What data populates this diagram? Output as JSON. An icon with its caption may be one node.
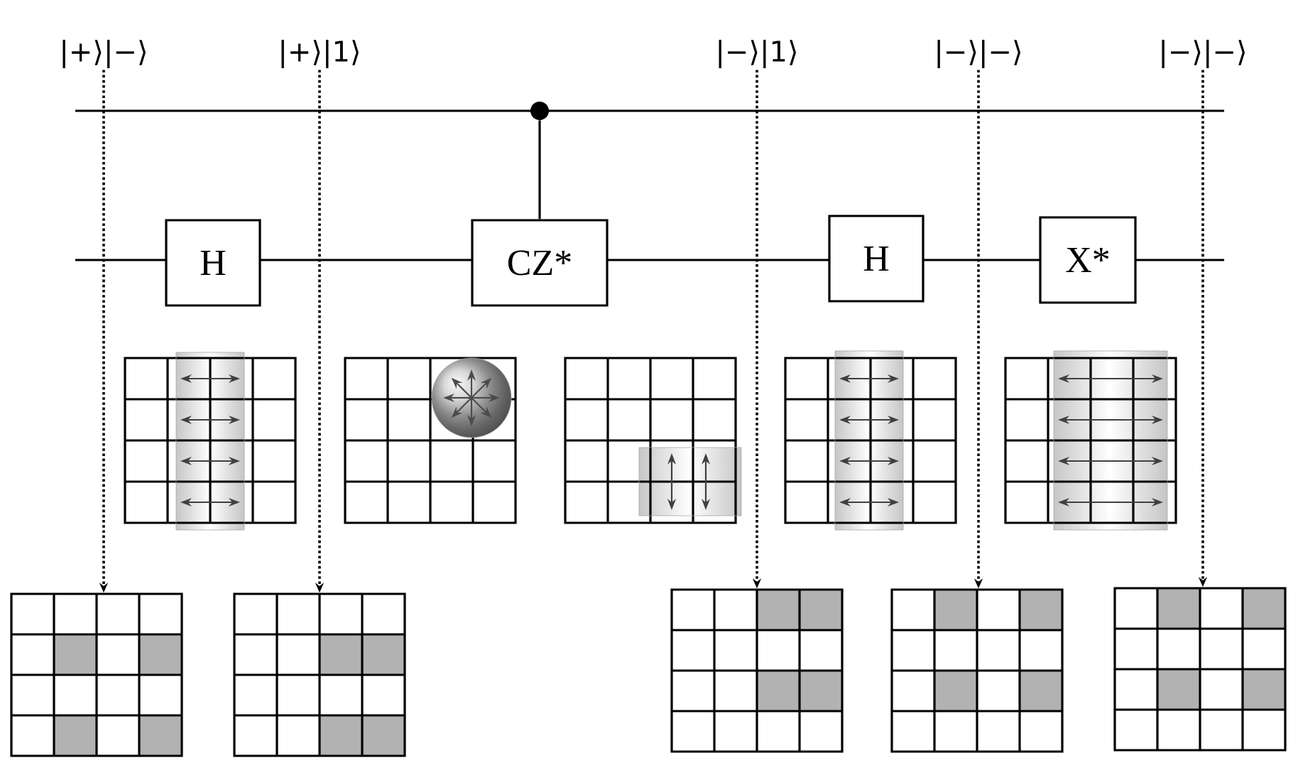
{
  "diagram": {
    "nodes": [
      {
        "text": [
          "|+⟩|−⟩"
        ]
      },
      {
        "text": [
          "|+⟩|1⟩"
        ]
      },
      {
        "text": [
          "|−⟩|1⟩"
        ]
      },
      {
        "text": [
          "|−⟩|−⟩"
        ]
      },
      {
        "text": [
          "|−⟩|−⟩"
        ]
      },
      {
        "text": [],
        "shape": "circle"
      },
      {
        "text": [
          "H"
        ]
      },
      {
        "text": [
          "CZ*"
        ]
      },
      {
        "text": [
          "H"
        ]
      },
      {
        "text": [
          "X*"
        ]
      },
      {
        "text": [],
        "shape": "grid"
      },
      {
        "text": [],
        "shape": "grid"
      },
      {
        "text": [],
        "shape": "grid"
      },
      {
        "text": [],
        "shape": "grid"
      },
      {
        "text": [],
        "shape": "grid"
      }
    ],
    "edges": [
      {
        "from": 0,
        "to": 10,
        "arrow": "to",
        "style": "dashed"
      },
      {
        "from": 1,
        "to": 11,
        "arrow": "to",
        "style": "dashed"
      },
      {
        "from": 2,
        "to": 12,
        "arrow": "to",
        "style": "dashed"
      },
      {
        "from": 3,
        "to": 13,
        "arrow": "to",
        "style": "dashed"
      },
      {
        "from": 4,
        "to": 14,
        "arrow": "to",
        "style": "dashed"
      },
      {
        "from": 5,
        "to": 7,
        "arrow": "none"
      }
    ]
  }
}
